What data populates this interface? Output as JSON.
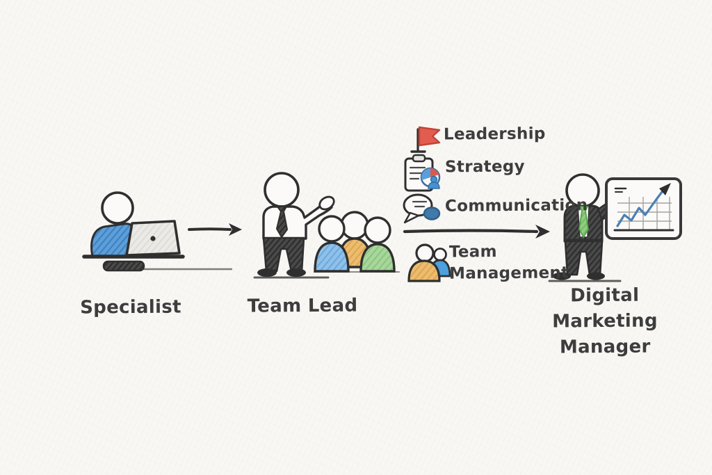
{
  "diagram": {
    "type": "career-progression-flow",
    "stages": [
      {
        "name": "specialist",
        "label": "Specialist",
        "illustration": "person-working-on-laptop"
      },
      {
        "name": "team-lead",
        "label": "Team Lead",
        "illustration": "person-presenting-to-team"
      },
      {
        "name": "digital-marketing-manager",
        "label": "Digital\nMarketing\nManager",
        "illustration": "person-presenting-growth-chart"
      }
    ],
    "transition_skills": [
      {
        "icon": "flag-icon",
        "label": "Leadership"
      },
      {
        "icon": "clipboard-pie-chart-icon",
        "label": "Strategy"
      },
      {
        "icon": "speech-bubbles-icon",
        "label": "Communication"
      },
      {
        "icon": "two-people-icon",
        "label": "Team\nManagement"
      }
    ],
    "colors": {
      "background": "#f8f7f4",
      "ink": "#2f2f2f",
      "text": "#3d3d3d",
      "specialist_sweater_blue": "#5d9fd9",
      "team_member_blue": "#8fc1ea",
      "team_member_orange": "#ecbd70",
      "team_member_green": "#a8d79c",
      "manager_tie_green": "#8fce7f",
      "flag_red": "#e25d50",
      "speech_bubble_blue": "#4179a8",
      "chart_line_blue": "#4a80b5"
    }
  }
}
